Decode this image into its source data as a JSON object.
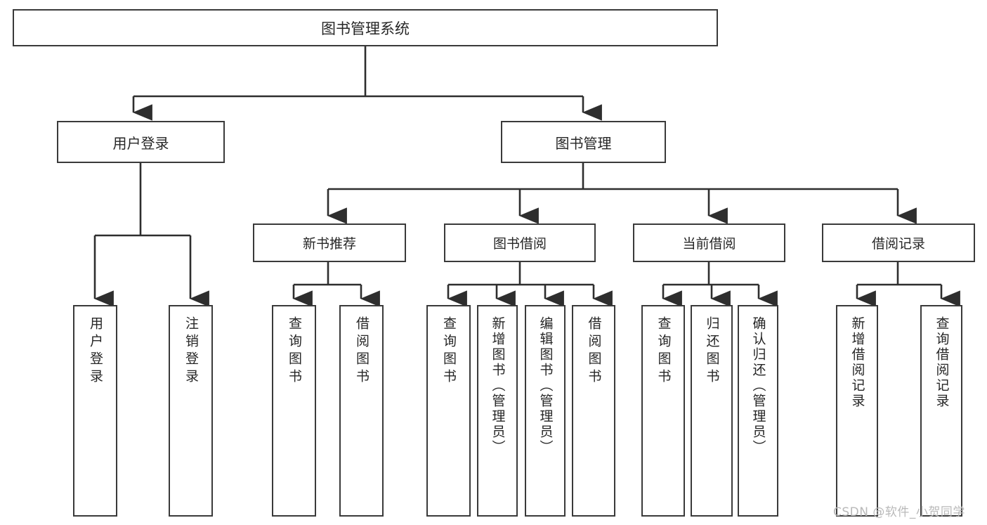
{
  "diagram": {
    "title": "图书管理系统",
    "type": "tree-hierarchy-chart",
    "root": {
      "label": "图书管理系统"
    },
    "level1": [
      {
        "label": "用户登录"
      },
      {
        "label": "图书管理"
      }
    ],
    "level2": [
      {
        "label": "新书推荐"
      },
      {
        "label": "图书借阅"
      },
      {
        "label": "当前借阅"
      },
      {
        "label": "借阅记录"
      }
    ],
    "leaves": {
      "user_login": [
        {
          "label": "用户登录"
        },
        {
          "label": "注销登录"
        }
      ],
      "new_book_recommend": [
        {
          "label": "查询图书"
        },
        {
          "label": "借阅图书"
        }
      ],
      "book_borrow": [
        {
          "label": "查询图书"
        },
        {
          "label": "新增图书（管理员）"
        },
        {
          "label": "编辑图书（管理员）"
        },
        {
          "label": "借阅图书"
        }
      ],
      "current_borrow": [
        {
          "label": "查询图书"
        },
        {
          "label": "归还图书"
        },
        {
          "label": "确认归还（管理员）"
        }
      ],
      "borrow_record": [
        {
          "label": "新增借阅记录"
        },
        {
          "label": "查询借阅记录"
        }
      ]
    }
  },
  "watermark": {
    "text": "CSDN @软件_小贺同学"
  },
  "colors": {
    "border": "#3a3a3a",
    "text": "#262626",
    "background": "#ffffff",
    "edge": "#2e2e2e",
    "watermark": "#b9b9b9"
  }
}
